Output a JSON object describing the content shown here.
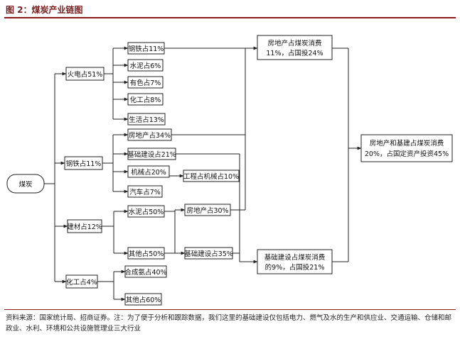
{
  "figure": {
    "title": "图 2：煤炭产业链图",
    "source": "资料来源：国家统计局、招商证券。注：为了便于分析和跟踪数据，我们这里的基础建设仅包括电力、燃气及水的生产和供应业、交通运输、仓储和邮政业、水利、环境和公共设施管理业三大行业"
  },
  "nodes": {
    "coal": {
      "label": "煤炭"
    },
    "power": {
      "label": "火电占51%"
    },
    "steel": {
      "label": "钢铁占11%"
    },
    "building": {
      "label": "建材占12%"
    },
    "chem": {
      "label": "化工占4%"
    },
    "p_steel": {
      "label": "钢铁占11%"
    },
    "p_cement": {
      "label": "水泥占6%"
    },
    "p_nonferrous": {
      "label": "有色占7%"
    },
    "p_chem": {
      "label": "化工占8%"
    },
    "p_life": {
      "label": "生活占13%"
    },
    "s_realestate": {
      "label": "房地产占34%"
    },
    "s_infra": {
      "label": "基础建设占21%"
    },
    "s_machinery": {
      "label": "机械占20%"
    },
    "s_auto": {
      "label": "汽车占7%"
    },
    "eng_machinery": {
      "label": "工程占机械占10%"
    },
    "b_cement": {
      "label": "水泥占50%"
    },
    "b_other": {
      "label": "其他占50%"
    },
    "b_realestate": {
      "label": "房地产占30%"
    },
    "b_infra": {
      "label": "基础建设占35%"
    },
    "c_ammonia": {
      "label": "合成氨占40%"
    },
    "c_other": {
      "label": "其他占60%"
    },
    "re_coal": {
      "line1": "房地产占煤炭消费",
      "line2": "11%，占国投24%"
    },
    "infra_coal": {
      "line1": "基础建设占煤炭消费",
      "line2": "的9%，占国投21%"
    },
    "total": {
      "line1": "房地产和基建占煤炭消费",
      "line2": "20%，占国定资产投资45%"
    }
  }
}
